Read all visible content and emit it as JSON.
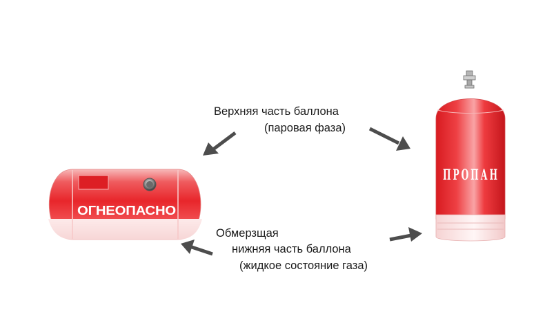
{
  "labels": {
    "top_line1": "Верхняя часть баллона",
    "top_line2": "(паровая фаза)",
    "bottom_line1": "Обмерзщая",
    "bottom_line2": "нижняя часть баллона",
    "bottom_line3": "(жидкое состояние газа)"
  },
  "tank": {
    "label": "ОГНЕОПАСНО"
  },
  "cylinder": {
    "label": "ПРОПАН"
  },
  "colors": {
    "red": "#e8262b",
    "dark_red": "#c4161c",
    "arrow": "#4d4d4d",
    "frost": "#fbe6e6"
  }
}
